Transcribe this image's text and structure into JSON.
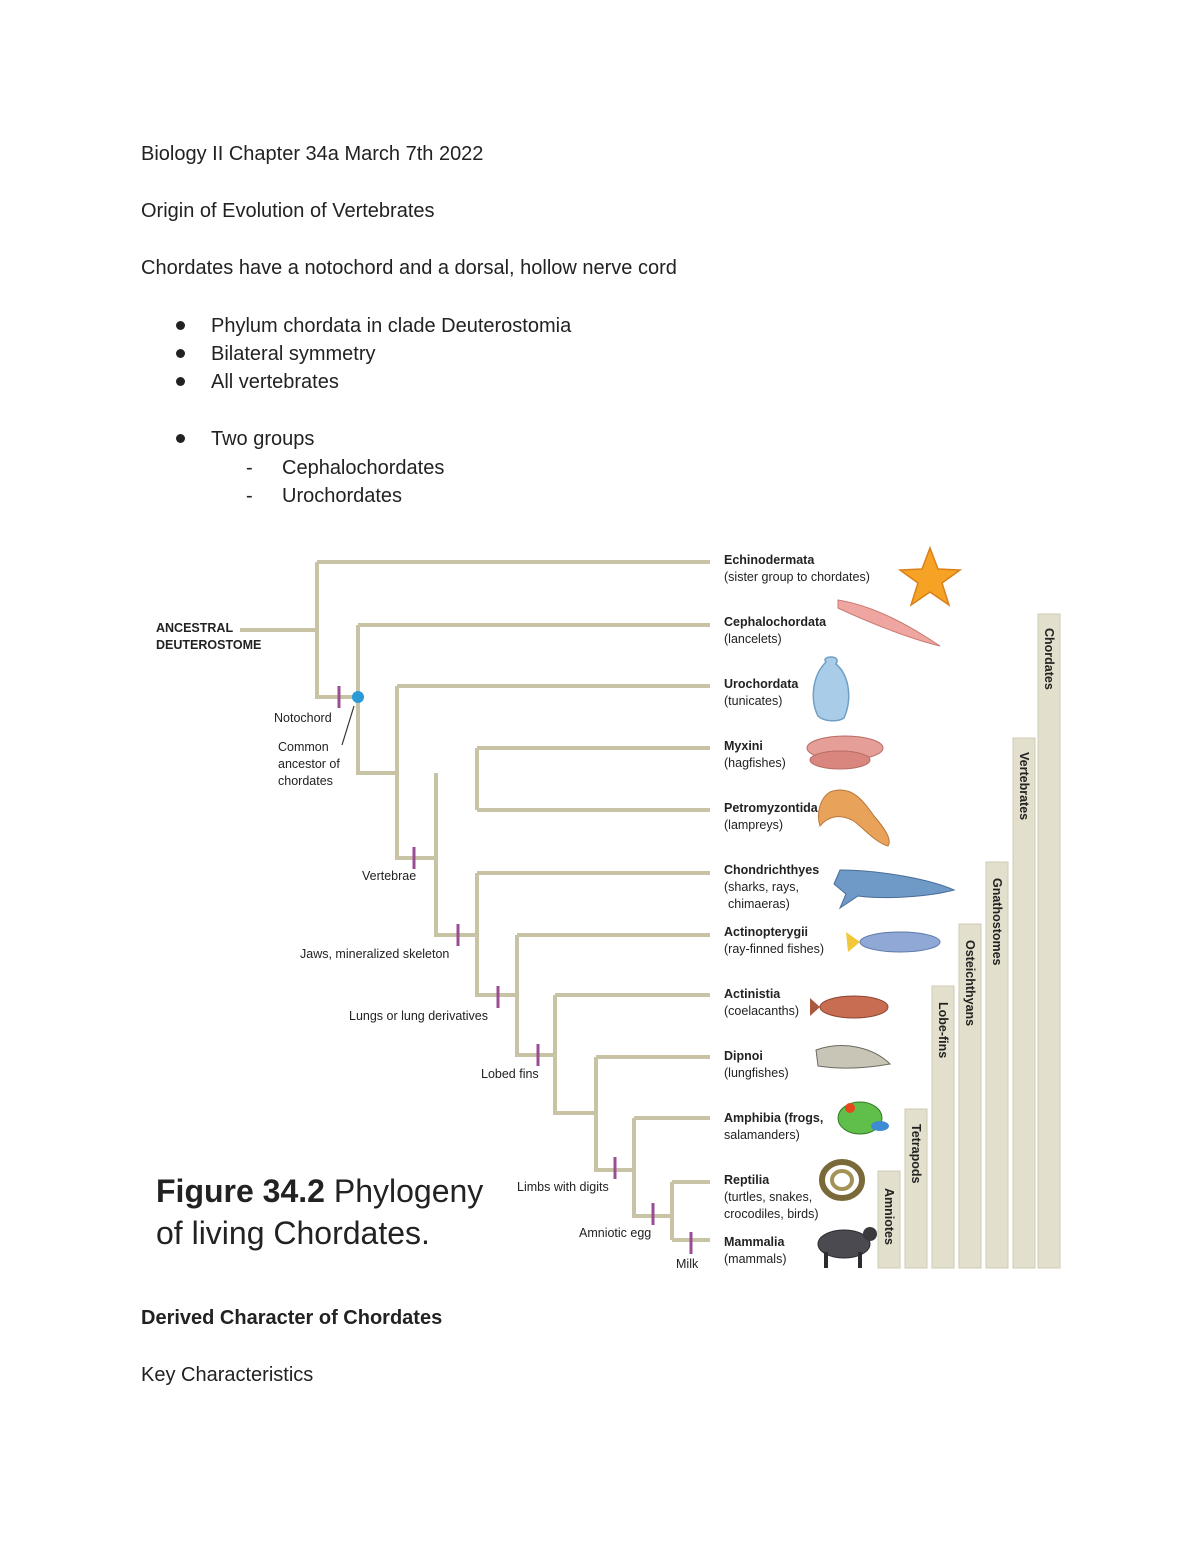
{
  "document": {
    "title": "Biology II Chapter 34a March 7th 2022",
    "section_heading": "Origin of Evolution of Vertebrates",
    "intro_sentence": "Chordates have a notochord and a dorsal, hollow nerve cord",
    "bullets": [
      "Phylum chordata in clade Deuterostomia",
      "Bilateral symmetry",
      "All vertebrates"
    ],
    "bullet_groups": {
      "label": "Two groups",
      "subitems": [
        "Cephalochordates",
        "Urochordates"
      ]
    },
    "bold_heading": "Derived Character of Chordates",
    "subheading": "Key Characteristics"
  },
  "figure": {
    "caption_number": "Figure 34.2",
    "caption_text_line1": "Phylogeny",
    "caption_text_line2": "of living Chordates.",
    "root_label_line1": "ANCESTRAL",
    "root_label_line2": "DEUTEROSTOME",
    "common_ancestor_line1": "Common",
    "common_ancestor_line2": "ancestor of",
    "common_ancestor_line3": "chordates",
    "characters": {
      "notochord": "Notochord",
      "vertebrae": "Vertebrae",
      "jaws": "Jaws, mineralized skeleton",
      "lungs": "Lungs or lung derivatives",
      "lobed_fins": "Lobed fins",
      "limbs": "Limbs with digits",
      "amniotic_egg": "Amniotic egg",
      "milk": "Milk"
    },
    "taxa": [
      {
        "name": "Echinodermata",
        "common": "(sister group to chordates)"
      },
      {
        "name": "Cephalochordata",
        "common": "(lancelets)"
      },
      {
        "name": "Urochordata",
        "common": "(tunicates)"
      },
      {
        "name": "Myxini",
        "common": "(hagfishes)"
      },
      {
        "name": "Petromyzontida",
        "common": "(lampreys)"
      },
      {
        "name": "Chondrichthyes",
        "common": "(sharks, rays,",
        "common2": "chimaeras)"
      },
      {
        "name": "Actinopterygii",
        "common": "(ray-finned fishes)"
      },
      {
        "name": "Actinistia",
        "common": "(coelacanths)"
      },
      {
        "name": "Dipnoi",
        "common": "(lungfishes)"
      },
      {
        "name": "Amphibia (frogs,",
        "common": "salamanders)"
      },
      {
        "name": "Reptilia",
        "common": "(turtles, snakes,",
        "common2": "crocodiles, birds)"
      },
      {
        "name": "Mammalia",
        "common": "(mammals)"
      }
    ],
    "clades": {
      "chordates": "Chordates",
      "vertebrates": "Vertebrates",
      "gnathostomes": "Gnathostomes",
      "osteichthyans": "Osteichthyans",
      "lobe_fins": "Lobe-fins",
      "tetrapods": "Tetrapods",
      "amniotes": "Amniotes"
    },
    "colors": {
      "branch": "#c8c3a4",
      "marker": "#9b4d93",
      "ancestor_dot": "#2a9bd6",
      "clade_bar": "#e2dfcc"
    }
  }
}
